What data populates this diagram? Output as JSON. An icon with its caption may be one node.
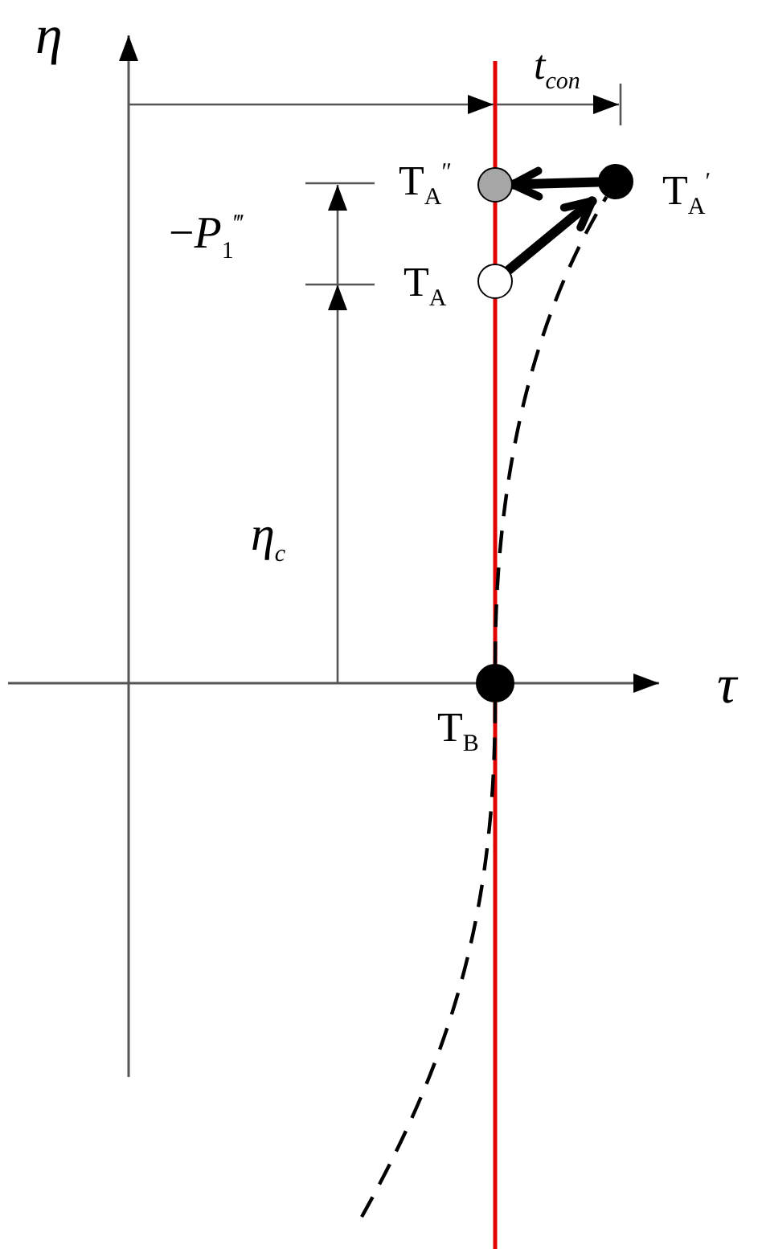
{
  "diagram": {
    "nodes": [
      {
        "text": [],
        "shape": "circle",
        "beside": [
          "T$_{A}$$^{″}$"
        ]
      },
      {
        "text": [],
        "shape": "circle",
        "beside": [
          "T$_{A}$$^{′}$"
        ]
      },
      {
        "text": [],
        "shape": "circle",
        "beside": [
          "T$_{A}$"
        ]
      },
      {
        "text": [],
        "shape": "circle",
        "beside": [
          "T$_{B}$"
        ]
      }
    ],
    "edges": [
      {
        "from": 1,
        "to": 0,
        "arrow": "to",
        "style": "thick"
      },
      {
        "from": 2,
        "to": 1,
        "arrow": "to",
        "style": "thick"
      },
      {
        "from": null,
        "to": 3,
        "arrow": "none",
        "style": "dashed"
      },
      {
        "from": 3,
        "to": 1,
        "arrow": "none",
        "style": "dashed"
      }
    ],
    "labels": [
      "η",
      "t$_{con}$",
      "−*P*$_{1}$$^{‴}$",
      "η$_{c}$",
      "τ"
    ]
  }
}
